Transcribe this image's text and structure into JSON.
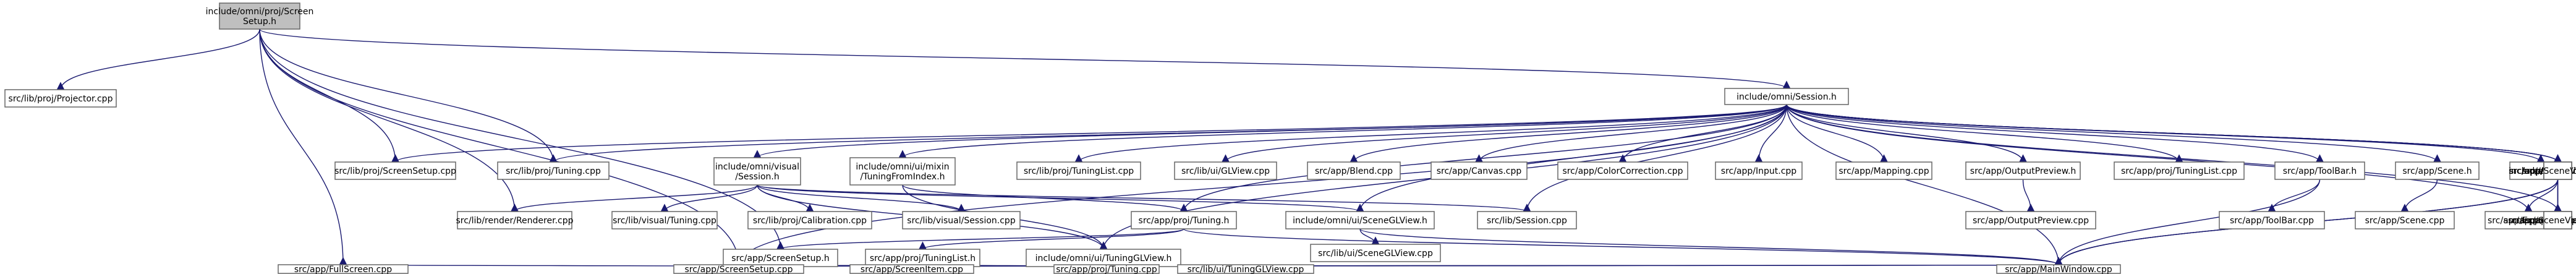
{
  "colors": {
    "node_fill": "#ffffff",
    "root_fill": "#bfbfbf",
    "node_border": "#666666",
    "edge": "#191970"
  },
  "nodes": {
    "root": [
      "include/omni/proj/Screen",
      "Setup.h"
    ],
    "projector": [
      "src/lib/proj/Projector.cpp"
    ],
    "session_h": [
      "include/omni/Session.h"
    ],
    "lib_screensetup": [
      "src/lib/proj/ScreenSetup.cpp"
    ],
    "lib_tuning": [
      "src/lib/proj/Tuning.cpp"
    ],
    "visual_session_h": [
      "include/omni/visual",
      "/Session.h"
    ],
    "tuningfromindex_h": [
      "include/omni/ui/mixin",
      "/TuningFromIndex.h"
    ],
    "lib_tuninglist": [
      "src/lib/proj/TuningList.cpp"
    ],
    "lib_glview": [
      "src/lib/ui/GLView.cpp"
    ],
    "app_blend": [
      "src/app/Blend.cpp"
    ],
    "app_canvas": [
      "src/app/Canvas.cpp"
    ],
    "app_colorcorrection": [
      "src/app/ColorCorrection.cpp"
    ],
    "app_input": [
      "src/app/Input.cpp"
    ],
    "app_mapping": [
      "src/app/Mapping.cpp"
    ],
    "app_outputpreview_h": [
      "src/app/OutputPreview.h"
    ],
    "app_tuninglist_cpp": [
      "src/app/proj/TuningList.cpp"
    ],
    "app_toolbar_h": [
      "src/app/ToolBar.h"
    ],
    "app_scene_h": [
      "src/app/Scene.h"
    ],
    "include_omni_h": [
      "include/omni.h"
    ],
    "app_export_h": [
      "src/app/Export.h"
    ],
    "app_warp_h": [
      "src/app/Warp.h"
    ],
    "app_mainwindow_h": [
      "src/app/MainWindow.h"
    ],
    "app_sceneviewer_h": [
      "src/app/SceneViewer.h"
    ],
    "lib_renderer": [
      "src/lib/render/Renderer.cpp"
    ],
    "lib_visual_tuning": [
      "src/lib/visual/Tuning.cpp"
    ],
    "lib_calibration": [
      "src/lib/proj/Calibration.cpp"
    ],
    "lib_visual_session": [
      "src/lib/visual/Session.cpp"
    ],
    "app_tuning_h": [
      "src/app/proj/Tuning.h"
    ],
    "sceneglview_h": [
      "include/omni/ui/SceneGLView.h"
    ],
    "lib_session": [
      "src/lib/Session.cpp"
    ],
    "app_outputpreview_cpp": [
      "src/app/OutputPreview.cpp"
    ],
    "app_toolbar_cpp": [
      "src/app/ToolBar.cpp"
    ],
    "app_scene_cpp": [
      "src/app/Scene.cpp"
    ],
    "app_export_cpp": [
      "src/app/Export.cpp"
    ],
    "app_warp_cpp": [
      "src/app/Warp.cpp"
    ],
    "app_omnidome": [
      "src/app/omnidome.cpp"
    ],
    "app_sceneviewer_cpp": [
      "src/app/SceneViewer.cpp"
    ],
    "lib_sceneglview": [
      "src/lib/ui/SceneGLView.cpp"
    ],
    "app_screensetup_h": [
      "src/app/ScreenSetup.h"
    ],
    "app_tuninglist_h": [
      "src/app/proj/TuningList.h"
    ],
    "tuningglview_h": [
      "include/omni/ui/TuningGLView.h"
    ],
    "app_fullscreen": [
      "src/app/FullScreen.cpp"
    ],
    "app_screensetup_cpp": [
      "src/app/ScreenSetup.cpp"
    ],
    "app_screenitem": [
      "src/app/ScreenItem.cpp"
    ],
    "app_tuning_cpp": [
      "src/app/proj/Tuning.cpp"
    ],
    "lib_tuningglview": [
      "src/lib/ui/TuningGLView.cpp"
    ],
    "app_mainwindow_cpp": [
      "src/app/MainWindow.cpp"
    ]
  },
  "edges": [
    [
      "root",
      "projector"
    ],
    [
      "root",
      "session_h"
    ],
    [
      "root",
      "lib_screensetup"
    ],
    [
      "root",
      "lib_tuning"
    ],
    [
      "root",
      "app_screensetup_h"
    ],
    [
      "root",
      "app_fullscreen"
    ],
    [
      "root",
      "app_screensetup_cpp"
    ],
    [
      "root",
      "lib_renderer"
    ],
    [
      "session_h",
      "lib_screensetup"
    ],
    [
      "session_h",
      "lib_tuning"
    ],
    [
      "session_h",
      "visual_session_h"
    ],
    [
      "session_h",
      "tuningfromindex_h"
    ],
    [
      "session_h",
      "lib_tuninglist"
    ],
    [
      "session_h",
      "lib_glview"
    ],
    [
      "session_h",
      "app_blend"
    ],
    [
      "session_h",
      "app_canvas"
    ],
    [
      "session_h",
      "app_colorcorrection"
    ],
    [
      "session_h",
      "app_input"
    ],
    [
      "session_h",
      "app_mapping"
    ],
    [
      "session_h",
      "app_outputpreview_h"
    ],
    [
      "session_h",
      "app_tuninglist_cpp"
    ],
    [
      "session_h",
      "app_toolbar_h"
    ],
    [
      "session_h",
      "app_scene_h"
    ],
    [
      "session_h",
      "include_omni_h"
    ],
    [
      "session_h",
      "app_export_h"
    ],
    [
      "session_h",
      "app_warp_h"
    ],
    [
      "session_h",
      "app_mainwindow_h"
    ],
    [
      "session_h",
      "app_sceneviewer_h"
    ],
    [
      "session_h",
      "app_export_cpp"
    ],
    [
      "session_h",
      "app_warp_cpp"
    ],
    [
      "session_h",
      "app_mainwindow_cpp"
    ],
    [
      "session_h",
      "lib_session"
    ],
    [
      "session_h",
      "app_screensetup_cpp"
    ],
    [
      "session_h",
      "sceneglview_h"
    ],
    [
      "session_h",
      "tuningglview_h"
    ],
    [
      "session_h",
      "app_tuning_h"
    ],
    [
      "visual_session_h",
      "lib_renderer"
    ],
    [
      "visual_session_h",
      "lib_visual_tuning"
    ],
    [
      "visual_session_h",
      "lib_calibration"
    ],
    [
      "visual_session_h",
      "lib_visual_session"
    ],
    [
      "visual_session_h",
      "lib_session"
    ],
    [
      "visual_session_h",
      "sceneglview_h"
    ],
    [
      "visual_session_h",
      "tuningglview_h"
    ],
    [
      "tuningfromindex_h",
      "app_tuning_h"
    ],
    [
      "tuningfromindex_h",
      "tuningglview_h"
    ],
    [
      "app_outputpreview_h",
      "app_outputpreview_cpp"
    ],
    [
      "app_toolbar_h",
      "app_toolbar_cpp"
    ],
    [
      "app_toolbar_h",
      "app_mainwindow_cpp"
    ],
    [
      "app_scene_h",
      "app_scene_cpp"
    ],
    [
      "app_export_h",
      "app_export_cpp"
    ],
    [
      "app_export_h",
      "app_mainwindow_cpp"
    ],
    [
      "app_warp_h",
      "app_warp_cpp"
    ],
    [
      "app_mainwindow_h",
      "app_omnidome"
    ],
    [
      "app_mainwindow_h",
      "app_mainwindow_cpp"
    ],
    [
      "app_sceneviewer_h",
      "app_sceneviewer_cpp"
    ],
    [
      "app_sceneviewer_h",
      "app_mainwindow_cpp"
    ],
    [
      "sceneglview_h",
      "lib_sceneglview"
    ],
    [
      "sceneglview_h",
      "app_mainwindow_cpp"
    ],
    [
      "app_tuning_h",
      "app_screensetup_h"
    ],
    [
      "app_tuning_h",
      "app_tuninglist_h"
    ],
    [
      "app_tuning_h",
      "app_mainwindow_cpp"
    ],
    [
      "app_screensetup_h",
      "app_fullscreen"
    ],
    [
      "app_screensetup_h",
      "app_screensetup_cpp"
    ],
    [
      "app_screensetup_h",
      "app_screenitem"
    ],
    [
      "app_screensetup_h",
      "app_mainwindow_cpp"
    ],
    [
      "app_tuninglist_h",
      "app_screensetup_cpp"
    ],
    [
      "app_tuninglist_h",
      "app_mainwindow_cpp"
    ],
    [
      "tuningglview_h",
      "app_screensetup_cpp"
    ],
    [
      "tuningglview_h",
      "app_screenitem"
    ],
    [
      "tuningglview_h",
      "app_tuning_cpp"
    ],
    [
      "tuningglview_h",
      "lib_tuningglview"
    ],
    [
      "tuningglview_h",
      "app_mainwindow_cpp"
    ]
  ]
}
